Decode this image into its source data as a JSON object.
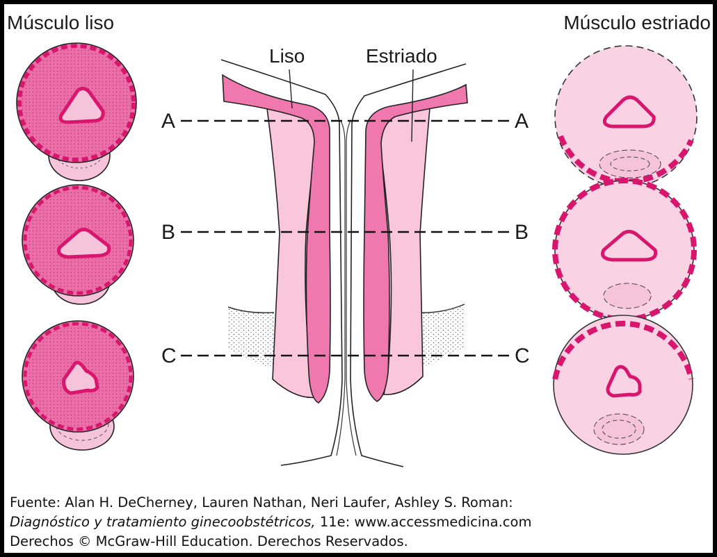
{
  "labels": {
    "smooth_title": "Músculo liso",
    "striated_title": "Músculo estriado",
    "liso": "Liso",
    "estriado": "Estriado",
    "level_a": "A",
    "level_b": "B",
    "level_c": "C"
  },
  "caption": {
    "line1": "Fuente: Alan H. DeCherney, Lauren Nathan, Neri Laufer, Ashley S. Roman:",
    "line2_italic": "Diagnóstico y tratamiento ginecoobstétricos,",
    "line2_rest": " 11e: www.accessmedicina.com",
    "line3": "Derechos © McGraw-Hill Education. Derechos Reservados."
  },
  "colors": {
    "smooth_muscle": "#ef78ae",
    "striated_muscle": "#f9c6dc",
    "accent": "#d8166e",
    "border": "#000000"
  }
}
